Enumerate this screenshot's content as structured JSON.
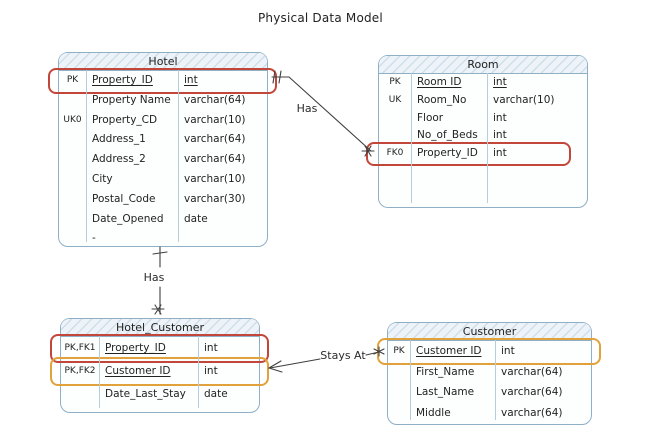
{
  "title": "Physical Data Model",
  "colors": {
    "table_border": "#8fafc6",
    "grid_line": "#b6cddc",
    "header_fill": "#edf3f8",
    "header_hatch": "#cfdfe9",
    "text": "#222222",
    "red_highlight": "#c2473a",
    "orange_highlight": "#e2a23b",
    "connector": "#3f3f3f"
  },
  "tables": [
    {
      "name": "Hotel",
      "rows": [
        {
          "key": "PK",
          "column": "Property_ID",
          "type": "int",
          "underline": true,
          "underline_type": true,
          "highlight": "red"
        },
        {
          "key": "",
          "column": "Property Name",
          "type": "varchar(64)"
        },
        {
          "key": "UK0",
          "column": "Property_CD",
          "type": "varchar(10)"
        },
        {
          "key": "",
          "column": "Address_1",
          "type": "varchar(64)"
        },
        {
          "key": "",
          "column": "Address_2",
          "type": "varchar(64)"
        },
        {
          "key": "",
          "column": "City",
          "type": "varchar(10)"
        },
        {
          "key": "",
          "column": "Postal_Code",
          "type": "varchar(30)"
        },
        {
          "key": "",
          "column": "Date_Opened",
          "type": "date"
        },
        {
          "key": "",
          "column": "-",
          "type": ""
        }
      ]
    },
    {
      "name": "Room",
      "rows": [
        {
          "key": "PK",
          "column": "Room ID",
          "type": "int",
          "underline": true,
          "underline_type": true
        },
        {
          "key": "UK",
          "column": "Room_No",
          "type": "varchar(10)"
        },
        {
          "key": "",
          "column": "Floor",
          "type": "int"
        },
        {
          "key": "",
          "column": "No_of_Beds",
          "type": "int"
        },
        {
          "key": "FK0",
          "column": "Property_ID",
          "type": "int",
          "highlight": "red"
        }
      ]
    },
    {
      "name": "Hotel_Customer",
      "rows": [
        {
          "key": "PK,FK1",
          "column": "Property_ID",
          "type": "int",
          "underline": true,
          "highlight": "red"
        },
        {
          "key": "PK,FK2",
          "column": "Customer ID",
          "type": "int",
          "underline": true,
          "highlight": "orange"
        },
        {
          "key": "",
          "column": "Date_Last_Stay",
          "type": "date"
        }
      ]
    },
    {
      "name": "Customer",
      "rows": [
        {
          "key": "PK",
          "column": "Customer ID",
          "type": "int",
          "underline": true,
          "highlight": "orange"
        },
        {
          "key": "",
          "column": "First_Name",
          "type": "varchar(64)"
        },
        {
          "key": "",
          "column": "Last_Name",
          "type": "varchar(64)"
        },
        {
          "key": "",
          "column": "Middle",
          "type": "varchar(64)"
        }
      ]
    }
  ],
  "relationships": [
    {
      "label": "Has",
      "from": "Hotel",
      "to": "Room",
      "from_cardinality": "one",
      "to_cardinality": "many"
    },
    {
      "label": "Has",
      "from": "Hotel",
      "to": "Hotel_Customer",
      "from_cardinality": "one",
      "to_cardinality": "many"
    },
    {
      "label": "Stays At",
      "from": "Customer",
      "to": "Hotel_Customer",
      "from_cardinality": "one",
      "to_cardinality": "many"
    }
  ]
}
